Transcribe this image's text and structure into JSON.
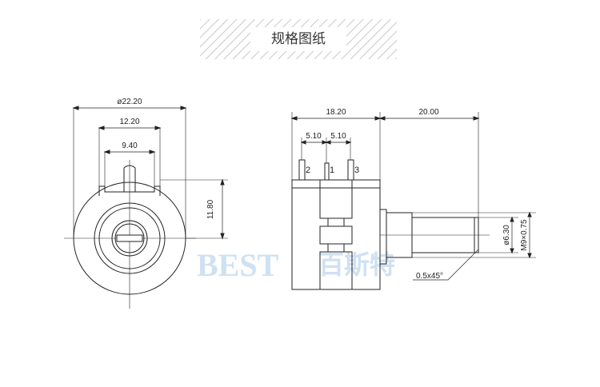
{
  "banner": {
    "title": "规格图纸"
  },
  "front_view": {
    "dim_outer_diameter": "ø22.20",
    "dim_width_a": "12.20",
    "dim_width_b": "9.40",
    "dim_height": "11.80"
  },
  "side_view": {
    "dim_body_length": "18.20",
    "dim_shaft_length": "20.00",
    "dim_pin_pitch_left": "5.10",
    "dim_pin_pitch_right": "5.10",
    "pin_labels": [
      "2",
      "1",
      "3"
    ],
    "dim_shaft_diameter": "ø6.30",
    "dim_thread": "M9×0.75",
    "dim_chamfer": "0.5x45°"
  },
  "watermark": {
    "latin": "BEST",
    "chinese": "百斯特",
    "color": "#cfe1f2"
  },
  "colors": {
    "line": "#222222",
    "hatch": "#c8c8c8"
  }
}
